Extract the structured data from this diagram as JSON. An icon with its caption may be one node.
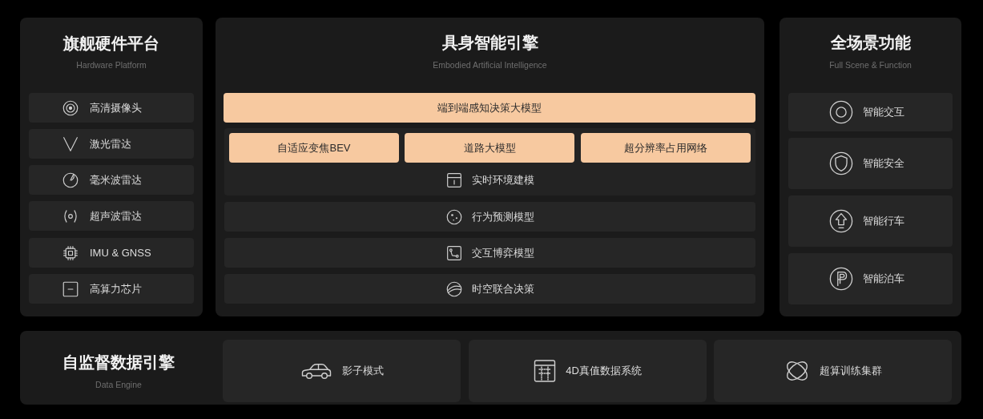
{
  "diagram": {
    "nodes": [
      {
        "text": [
          "旗舰硬件平台",
          "Hardware Platform"
        ]
      },
      {
        "text": [
          "高清摄像头"
        ],
        "in": 0
      },
      {
        "text": [
          "激光雷达"
        ],
        "in": 0
      },
      {
        "text": [
          "毫米波雷达"
        ],
        "in": 0
      },
      {
        "text": [
          "超声波雷达"
        ],
        "in": 0
      },
      {
        "text": [
          "IMU & GNSS"
        ],
        "in": 0
      },
      {
        "text": [
          "高算力芯片"
        ],
        "in": 0
      },
      {
        "text": [
          "具身智能引擎",
          "Embodied Artificial Intelligence"
        ]
      },
      {
        "text": [
          "端到端感知决策大模型"
        ],
        "in": 7
      },
      {
        "text": [
          "实时环境建模"
        ],
        "in": 7
      },
      {
        "text": [
          "自适应变焦BEV"
        ],
        "in": 9
      },
      {
        "text": [
          "道路大模型"
        ],
        "in": 9
      },
      {
        "text": [
          "超分辨率占用网络"
        ],
        "in": 9
      },
      {
        "text": [
          "行为预测模型"
        ],
        "in": 7
      },
      {
        "text": [
          "交互博弈模型"
        ],
        "in": 7
      },
      {
        "text": [
          "时空联合决策"
        ],
        "in": 7
      },
      {
        "text": [
          "全场景功能",
          "Full Scene & Function"
        ]
      },
      {
        "text": [
          "智能交互"
        ],
        "in": 16
      },
      {
        "text": [
          "智能安全"
        ],
        "in": 16
      },
      {
        "text": [
          "智能行车"
        ],
        "in": 16
      },
      {
        "text": [
          "智能泊车"
        ],
        "in": 16
      },
      {
        "text": [
          "自监督数据引擎",
          "Data Engine"
        ]
      },
      {
        "text": [
          "影子模式"
        ],
        "in": 21
      },
      {
        "text": [
          "4D真值数据系统"
        ],
        "in": 21
      },
      {
        "text": [
          "超算训练集群"
        ],
        "in": 21
      }
    ]
  }
}
